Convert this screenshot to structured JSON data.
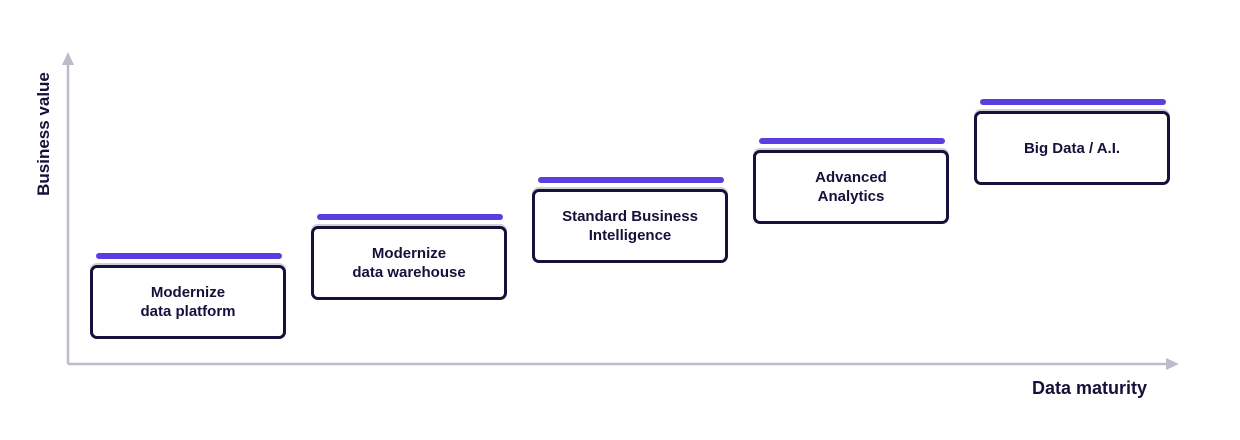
{
  "axes": {
    "y_label": "Business value",
    "x_label": "Data maturity",
    "axis_color": "#bdbcc8"
  },
  "colors": {
    "accent": "#5b3de0",
    "ink": "#14123a"
  },
  "steps": [
    {
      "label": "Modernize\ndata platform"
    },
    {
      "label": "Modernize\ndata warehouse"
    },
    {
      "label": "Standard Business\nIntelligence"
    },
    {
      "label": "Advanced\nAnalytics"
    },
    {
      "label": "Big Data / A.I."
    }
  ]
}
